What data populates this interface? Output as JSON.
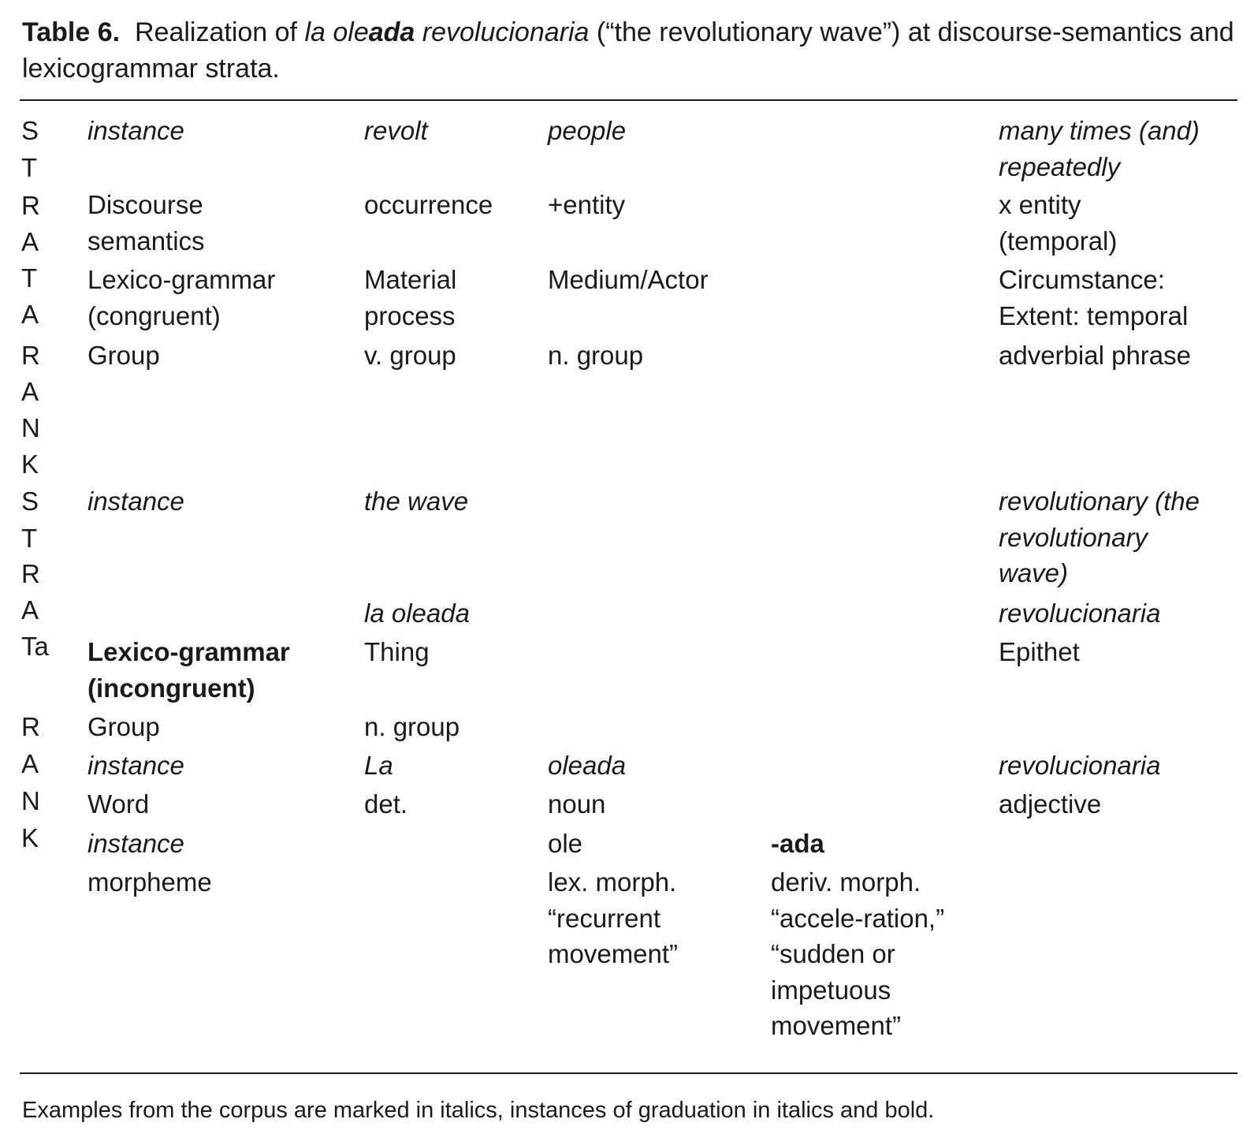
{
  "caption": {
    "label": "Table 6.",
    "text_before": "  Realization of ",
    "it_a": "la ole",
    "bi": "ada",
    "it_b": " revolucionaria",
    "text_after": " (“the revolutionary wave”) at discourse-semantics and lexicogrammar strata."
  },
  "strata_letters": [
    "S",
    "T",
    "R",
    "A",
    "T",
    "A",
    "R",
    "A",
    "N",
    "K",
    "S",
    "T",
    "R",
    "A",
    "Ta",
    "R",
    "A",
    "N",
    "K"
  ],
  "rows": [
    {
      "c1": [
        "instance"
      ],
      "c2": [
        "revolt"
      ],
      "c3": [
        "people"
      ],
      "c4": [],
      "c5": [
        "many times (and)",
        "repeatedly"
      ]
    },
    {
      "c1": [
        "Discourse",
        "semantics"
      ],
      "c2": [
        "occurrence"
      ],
      "c3": [
        "+entity"
      ],
      "c4": [],
      "c5": [
        "x entity",
        "(temporal)"
      ]
    },
    {
      "c1": [
        "Lexico-grammar",
        "(congruent)"
      ],
      "c2": [
        "Material",
        "process"
      ],
      "c3": [
        "Medium/Actor"
      ],
      "c4": [],
      "c5": [
        "Circumstance:",
        "Extent: temporal"
      ]
    },
    {
      "c1": [
        "Group"
      ],
      "c2": [
        "v. group"
      ],
      "c3": [
        "n. group"
      ],
      "c4": [],
      "c5": [
        "adverbial phrase"
      ]
    },
    {
      "c1": [
        "instance"
      ],
      "c2": [
        "the wave"
      ],
      "c3": [],
      "c4": [],
      "c5": [
        "revolutionary (the",
        "revolutionary",
        "wave)"
      ]
    },
    {
      "c1": [],
      "c2": [
        "la oleada"
      ],
      "c3": [],
      "c4": [],
      "c5": [
        "revolucionaria"
      ]
    },
    {
      "c1": [
        "Lexico-grammar",
        "(incongruent)"
      ],
      "c2": [
        "Thing"
      ],
      "c3": [],
      "c4": [],
      "c5": [
        "Epithet"
      ]
    },
    {
      "c1": [
        "Group"
      ],
      "c2": [
        "n. group"
      ],
      "c3": [],
      "c4": [],
      "c5": []
    },
    {
      "c1": [
        "instance"
      ],
      "c2": [
        "La"
      ],
      "c3": [
        "oleada"
      ],
      "c4": [],
      "c5": [
        "revolucionaria"
      ]
    },
    {
      "c1": [
        "Word"
      ],
      "c2": [
        "det."
      ],
      "c3": [
        "noun"
      ],
      "c4": [],
      "c5": [
        "adjective"
      ]
    },
    {
      "c1": [
        "instance"
      ],
      "c2": [],
      "c3": [
        "ole"
      ],
      "c4": [
        "-ada"
      ],
      "c5": []
    },
    {
      "c1": [
        "morpheme"
      ],
      "c2": [],
      "c3": [
        "lex. morph.",
        "“recurrent",
        "movement”"
      ],
      "c4": [
        "deriv. morph.",
        "“accele-ration,”",
        "“sudden or",
        "impetuous",
        "movement”"
      ],
      "c5": []
    }
  ],
  "footnote": "Examples from the corpus are marked in italics, instances of graduation in italics and bold."
}
